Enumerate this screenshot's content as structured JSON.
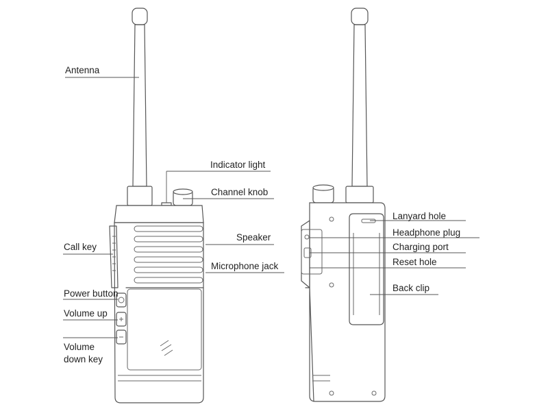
{
  "labels": {
    "antenna": "Antenna",
    "indicator_light": "Indicator light",
    "channel_knob": "Channel knob",
    "speaker": "Speaker",
    "microphone_jack": "Microphone jack",
    "call_key": "Call key",
    "power_button": "Power button",
    "volume_up": "Volume up",
    "volume_down_line1": "Volume",
    "volume_down_line2": "down key",
    "lanyard_hole": "Lanyard hole",
    "headphone_plug": "Headphone plug",
    "charging_port": "Charging port",
    "reset_hole": "Reset hole",
    "back_clip": "Back clip"
  },
  "colors": {
    "line": "#555555",
    "text": "#222222",
    "background": "#ffffff"
  }
}
